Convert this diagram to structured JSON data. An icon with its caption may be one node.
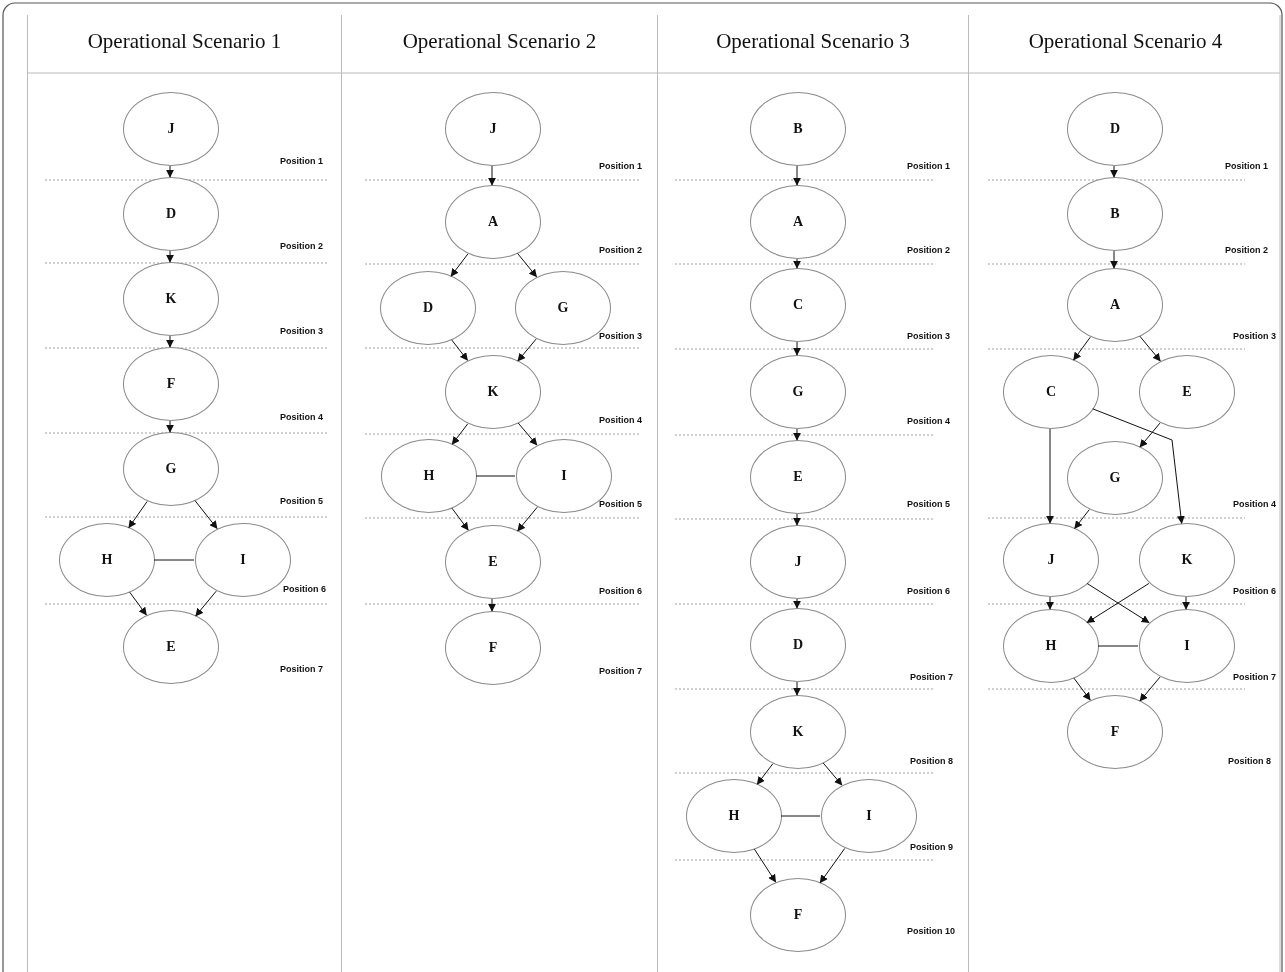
{
  "diagram": {
    "nodes": [
      {
        "text": [
          "Operational Scenario 1"
        ]
      },
      {
        "text": [
          "J"
        ],
        "in": 0
      },
      {
        "text": [
          "D"
        ],
        "in": 0
      },
      {
        "text": [
          "K"
        ],
        "in": 0
      },
      {
        "text": [
          "F"
        ],
        "in": 0
      },
      {
        "text": [
          "G"
        ],
        "in": 0
      },
      {
        "text": [
          "H"
        ],
        "in": 0
      },
      {
        "text": [
          "I"
        ],
        "in": 0
      },
      {
        "text": [
          "E"
        ],
        "in": 0
      },
      {
        "text": [
          "Operational Scenario 2"
        ]
      },
      {
        "text": [
          "J"
        ],
        "in": 9
      },
      {
        "text": [
          "A"
        ],
        "in": 9
      },
      {
        "text": [
          "D"
        ],
        "in": 9
      },
      {
        "text": [
          "G"
        ],
        "in": 9
      },
      {
        "text": [
          "K"
        ],
        "in": 9
      },
      {
        "text": [
          "H"
        ],
        "in": 9
      },
      {
        "text": [
          "I"
        ],
        "in": 9
      },
      {
        "text": [
          "E"
        ],
        "in": 9
      },
      {
        "text": [
          "F"
        ],
        "in": 9
      },
      {
        "text": [
          "Operational Scenario 3"
        ]
      },
      {
        "text": [
          "B"
        ],
        "in": 19
      },
      {
        "text": [
          "A"
        ],
        "in": 19
      },
      {
        "text": [
          "C"
        ],
        "in": 19
      },
      {
        "text": [
          "G"
        ],
        "in": 19
      },
      {
        "text": [
          "E"
        ],
        "in": 19
      },
      {
        "text": [
          "J"
        ],
        "in": 19
      },
      {
        "text": [
          "D"
        ],
        "in": 19
      },
      {
        "text": [
          "K"
        ],
        "in": 19
      },
      {
        "text": [
          "H"
        ],
        "in": 19
      },
      {
        "text": [
          "I"
        ],
        "in": 19
      },
      {
        "text": [
          "F"
        ],
        "in": 19
      },
      {
        "text": [
          "Operational Scenario 4"
        ]
      },
      {
        "text": [
          "D"
        ],
        "in": 31
      },
      {
        "text": [
          "B"
        ],
        "in": 31
      },
      {
        "text": [
          "A"
        ],
        "in": 31
      },
      {
        "text": [
          "C"
        ],
        "in": 31
      },
      {
        "text": [
          "E"
        ],
        "in": 31
      },
      {
        "text": [
          "G"
        ],
        "in": 31
      },
      {
        "text": [
          "J"
        ],
        "in": 31
      },
      {
        "text": [
          "K"
        ],
        "in": 31
      },
      {
        "text": [
          "H"
        ],
        "in": 31
      },
      {
        "text": [
          "I"
        ],
        "in": 31
      },
      {
        "text": [
          "F"
        ],
        "in": 31
      }
    ],
    "edges": [
      {
        "from": 1,
        "to": 2,
        "arrow": "to"
      },
      {
        "from": 2,
        "to": 3,
        "arrow": "to"
      },
      {
        "from": 3,
        "to": 4,
        "arrow": "to"
      },
      {
        "from": 4,
        "to": 5,
        "arrow": "to"
      },
      {
        "from": 5,
        "to": 6,
        "arrow": "to"
      },
      {
        "from": 5,
        "to": 7,
        "arrow": "to"
      },
      {
        "from": 6,
        "to": 7,
        "arrow": "none"
      },
      {
        "from": 6,
        "to": 8,
        "arrow": "to"
      },
      {
        "from": 7,
        "to": 8,
        "arrow": "to"
      },
      {
        "from": 10,
        "to": 11,
        "arrow": "to"
      },
      {
        "from": 11,
        "to": 12,
        "arrow": "to"
      },
      {
        "from": 11,
        "to": 13,
        "arrow": "to"
      },
      {
        "from": 12,
        "to": 14,
        "arrow": "to"
      },
      {
        "from": 13,
        "to": 14,
        "arrow": "to"
      },
      {
        "from": 14,
        "to": 15,
        "arrow": "to"
      },
      {
        "from": 14,
        "to": 16,
        "arrow": "to"
      },
      {
        "from": 15,
        "to": 16,
        "arrow": "none"
      },
      {
        "from": 15,
        "to": 17,
        "arrow": "to"
      },
      {
        "from": 16,
        "to": 17,
        "arrow": "to"
      },
      {
        "from": 17,
        "to": 18,
        "arrow": "to"
      },
      {
        "from": 20,
        "to": 21,
        "arrow": "to"
      },
      {
        "from": 21,
        "to": 22,
        "arrow": "to"
      },
      {
        "from": 22,
        "to": 23,
        "arrow": "to"
      },
      {
        "from": 23,
        "to": 24,
        "arrow": "to"
      },
      {
        "from": 24,
        "to": 25,
        "arrow": "to"
      },
      {
        "from": 25,
        "to": 26,
        "arrow": "to"
      },
      {
        "from": 26,
        "to": 27,
        "arrow": "to"
      },
      {
        "from": 27,
        "to": 28,
        "arrow": "to"
      },
      {
        "from": 27,
        "to": 29,
        "arrow": "to"
      },
      {
        "from": 28,
        "to": 29,
        "arrow": "none"
      },
      {
        "from": 28,
        "to": 30,
        "arrow": "to"
      },
      {
        "from": 29,
        "to": 30,
        "arrow": "to"
      },
      {
        "from": 32,
        "to": 33,
        "arrow": "to"
      },
      {
        "from": 33,
        "to": 34,
        "arrow": "to"
      },
      {
        "from": 34,
        "to": 35,
        "arrow": "to"
      },
      {
        "from": 34,
        "to": 36,
        "arrow": "to"
      },
      {
        "from": 35,
        "to": 38,
        "arrow": "to"
      },
      {
        "from": 35,
        "to": 39,
        "arrow": "to"
      },
      {
        "from": 36,
        "to": 37,
        "arrow": "to"
      },
      {
        "from": 37,
        "to": 38,
        "arrow": "to"
      },
      {
        "from": 38,
        "to": 40,
        "arrow": "to"
      },
      {
        "from": 38,
        "to": 41,
        "arrow": "to"
      },
      {
        "from": 39,
        "to": 40,
        "arrow": "to"
      },
      {
        "from": 39,
        "to": 41,
        "arrow": "to"
      },
      {
        "from": 40,
        "to": 41,
        "arrow": "none"
      },
      {
        "from": 40,
        "to": 42,
        "arrow": "to"
      },
      {
        "from": 41,
        "to": 42,
        "arrow": "to"
      }
    ],
    "labels": [
      "Position 1",
      "Position 2",
      "Position 3",
      "Position 4",
      "Position 5",
      "Position 6",
      "Position 7",
      "Position 1",
      "Position 2",
      "Position 3",
      "Position 4",
      "Position 5",
      "Position 6",
      "Position 7",
      "Position 1",
      "Position 2",
      "Position 3",
      "Position 4",
      "Position 5",
      "Position 6",
      "Position 7",
      "Position 8",
      "Position 9",
      "Position 10",
      "Position 1",
      "Position 2",
      "Position 3",
      "Position 4",
      "Position 6",
      "Position 7",
      "Position 8"
    ]
  }
}
